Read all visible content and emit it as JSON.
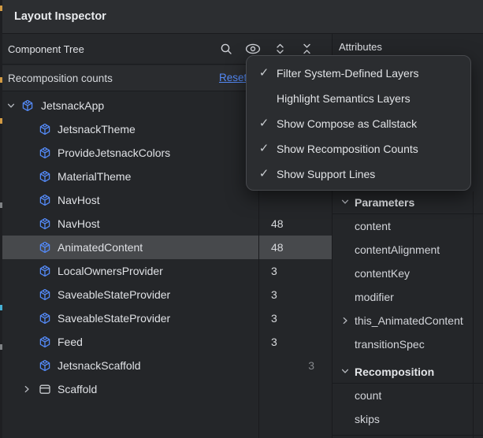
{
  "window": {
    "title": "Layout Inspector"
  },
  "component_tree": {
    "header": "Component Tree",
    "toolbar": [
      {
        "icon": "search-icon"
      },
      {
        "icon": "view-options-eye-icon"
      },
      {
        "icon": "expand-all-icon"
      },
      {
        "icon": "collapse-all-icon"
      }
    ],
    "banner": {
      "label": "Recomposition counts",
      "action_label": "Reset"
    },
    "nodes": [
      {
        "label": "JetsnackApp",
        "depth": 0,
        "chevron": "expanded",
        "icon": "composable",
        "count": "",
        "selected": false,
        "count_muted": false
      },
      {
        "label": "JetsnackTheme",
        "depth": 1,
        "chevron": "none",
        "icon": "composable",
        "count": "",
        "selected": false,
        "count_muted": false
      },
      {
        "label": "ProvideJetsnackColors",
        "depth": 1,
        "chevron": "none",
        "icon": "composable",
        "count": "",
        "selected": false,
        "count_muted": false
      },
      {
        "label": "MaterialTheme",
        "depth": 1,
        "chevron": "none",
        "icon": "composable",
        "count": "",
        "selected": false,
        "count_muted": false
      },
      {
        "label": "NavHost",
        "depth": 1,
        "chevron": "none",
        "icon": "composable",
        "count": "",
        "selected": false,
        "count_muted": false
      },
      {
        "label": "NavHost",
        "depth": 1,
        "chevron": "none",
        "icon": "composable",
        "count": "48",
        "selected": false,
        "count_muted": false
      },
      {
        "label": "AnimatedContent",
        "depth": 1,
        "chevron": "none",
        "icon": "composable",
        "count": "48",
        "selected": true,
        "count_muted": false
      },
      {
        "label": "LocalOwnersProvider",
        "depth": 1,
        "chevron": "none",
        "icon": "composable",
        "count": "3",
        "selected": false,
        "count_muted": false
      },
      {
        "label": "SaveableStateProvider",
        "depth": 1,
        "chevron": "none",
        "icon": "composable",
        "count": "3",
        "selected": false,
        "count_muted": false
      },
      {
        "label": "SaveableStateProvider",
        "depth": 1,
        "chevron": "none",
        "icon": "composable",
        "count": "3",
        "selected": false,
        "count_muted": false
      },
      {
        "label": "Feed",
        "depth": 1,
        "chevron": "none",
        "icon": "composable",
        "count": "3",
        "selected": false,
        "count_muted": false
      },
      {
        "label": "JetsnackScaffold",
        "depth": 1,
        "chevron": "none",
        "icon": "composable",
        "count": "3",
        "selected": false,
        "count_muted": true
      },
      {
        "label": "Scaffold",
        "depth": 1,
        "chevron": "collapsed",
        "icon": "layout",
        "count": "",
        "selected": false,
        "count_muted": false
      }
    ]
  },
  "context_menu": {
    "items": [
      {
        "label": "Filter System-Defined Layers",
        "checked": true
      },
      {
        "label": "Highlight Semantics Layers",
        "checked": false
      },
      {
        "label": "Show Compose as Callstack",
        "checked": true
      },
      {
        "label": "Show Recomposition Counts",
        "checked": true
      },
      {
        "label": "Show Support Lines",
        "checked": true
      }
    ],
    "check_glyph": "✓"
  },
  "attributes": {
    "header": "Attributes",
    "sections": [
      {
        "title": "Parameters",
        "items": [
          {
            "label": "content",
            "expandable": false
          },
          {
            "label": "contentAlignment",
            "expandable": false
          },
          {
            "label": "contentKey",
            "expandable": false
          },
          {
            "label": "modifier",
            "expandable": false
          },
          {
            "label": "this_AnimatedContent",
            "expandable": true
          },
          {
            "label": "transitionSpec",
            "expandable": false
          }
        ]
      },
      {
        "title": "Recomposition",
        "items": [
          {
            "label": "count",
            "expandable": false
          },
          {
            "label": "skips",
            "expandable": false
          }
        ]
      }
    ]
  },
  "colors": {
    "accent_blue": "#548af7",
    "link_blue": "#548af7",
    "selection_gray": "#47494c",
    "muted_count": "#85888c",
    "panel_bg": "#242629",
    "header_bg": "#2c2e31",
    "popup_bg": "#2b2d30",
    "strip_dots": [
      "#d29a43",
      "#d29a43",
      "#d29a43",
      "#7f8285",
      "#45b0d5",
      "#7f8285"
    ]
  }
}
